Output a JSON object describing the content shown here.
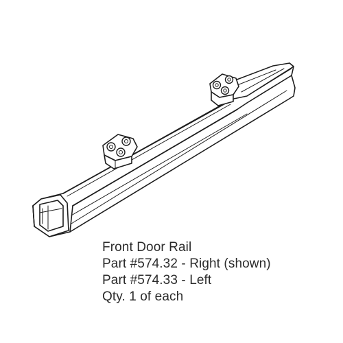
{
  "caption": {
    "title": "Front Door Rail",
    "part_right": "Part #574.32 - Right (shown)",
    "part_left": "Part #574.33 - Left",
    "quantity": "Qty. 1 of each"
  },
  "illustration": {
    "subject": "front door rail line drawing",
    "stroke_color": "#1e1e1e"
  }
}
